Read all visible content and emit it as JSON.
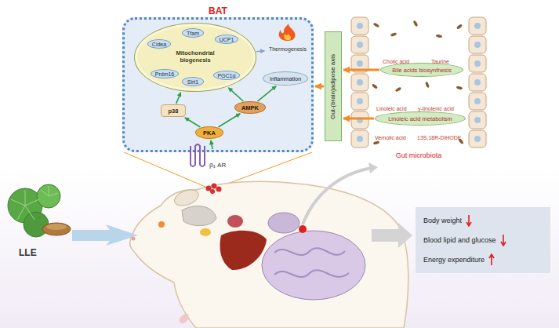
{
  "diagram": {
    "nodes": [
      {
        "text": [
          "BAT"
        ]
      },
      {
        "text": [
          "Mitochondrial biogenesis"
        ],
        "in": 0
      },
      {
        "text": [
          "Cidea"
        ],
        "in": 1
      },
      {
        "text": [
          "Tfam"
        ],
        "in": 1
      },
      {
        "text": [
          "UCP1"
        ],
        "in": 1
      },
      {
        "text": [
          "Prdm16"
        ],
        "in": 1
      },
      {
        "text": [
          "Sirt1"
        ],
        "in": 1
      },
      {
        "text": [
          "PGC1α"
        ],
        "in": 1
      },
      {
        "text": [
          "Thermogenesis"
        ],
        "in": 0
      },
      {
        "text": [
          "Inflammation"
        ],
        "in": 0
      },
      {
        "text": [
          "p38"
        ],
        "in": 0
      },
      {
        "text": [
          "AMPK"
        ],
        "in": 0
      },
      {
        "text": [
          "PKA"
        ],
        "in": 0
      },
      {
        "text": [
          "β₃ AR"
        ],
        "in": 0
      },
      {
        "text": [
          "Gut-(brain)adipose axis"
        ]
      },
      {
        "text": [
          "Gut microbiota"
        ]
      },
      {
        "text": [
          "Bile acids biosynthesis"
        ],
        "in": 15
      },
      {
        "text": [
          "Linoleic acid metabolism"
        ],
        "in": 15
      },
      {
        "text": [
          "Body weight",
          "Blood lipid and glucose",
          "Energy expenditure"
        ]
      }
    ],
    "edges": [
      {
        "from": 13,
        "to": 12,
        "arrow": "to"
      },
      {
        "from": 12,
        "to": 10,
        "arrow": "to"
      },
      {
        "from": 12,
        "to": 11,
        "arrow": "to"
      },
      {
        "from": 10,
        "to": 1,
        "arrow": "to"
      },
      {
        "from": 11,
        "to": 1,
        "arrow": "to"
      },
      {
        "from": 11,
        "to": 9,
        "arrow": "to"
      },
      {
        "from": 1,
        "to": 8,
        "arrow": "to"
      },
      {
        "from": 16,
        "to": 14,
        "arrow": "to"
      },
      {
        "from": 17,
        "to": 14,
        "arrow": "to"
      },
      {
        "from": 14,
        "to": 0,
        "arrow": "to"
      }
    ],
    "labels": [
      "Cholic acid",
      "Taurine",
      "Linoleic acid",
      "γ-linolenic acid",
      "Vernolic acid",
      "13S,18R-DiHODE",
      "LLE"
    ]
  }
}
